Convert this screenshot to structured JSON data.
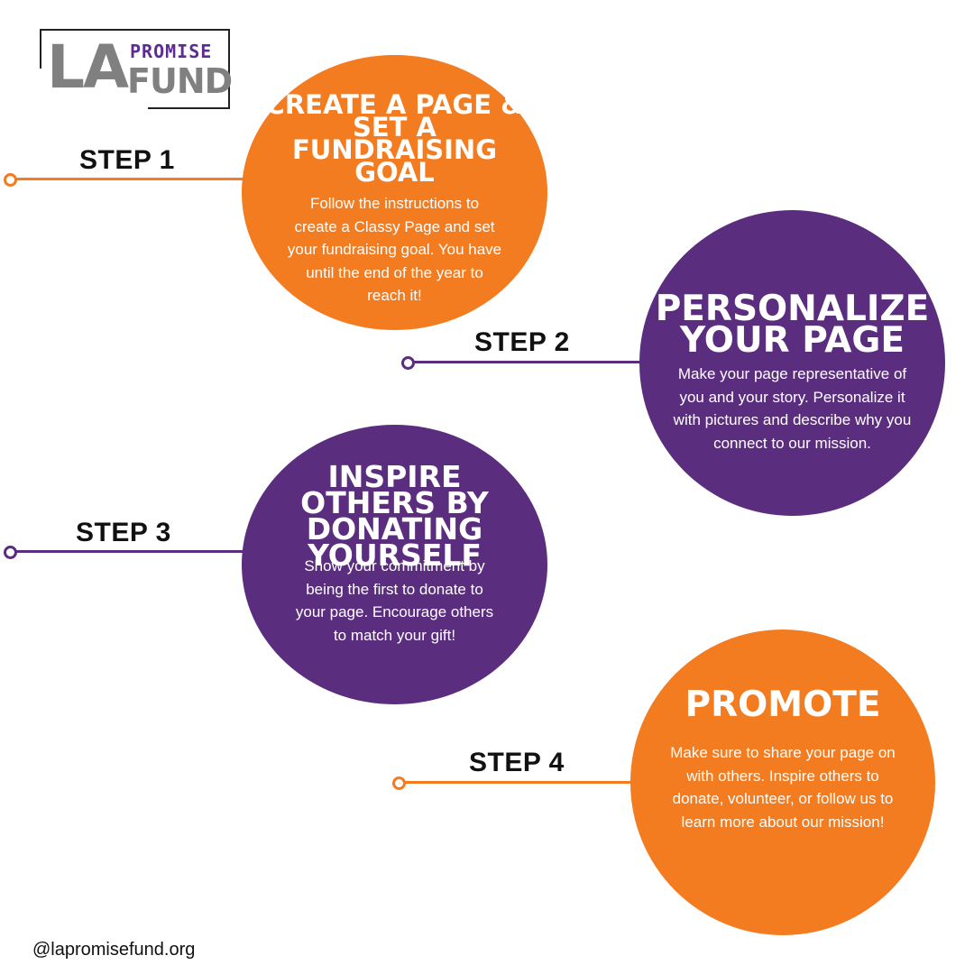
{
  "logo": {
    "la": "LA",
    "promise": "PROMISE",
    "fund": "FUND"
  },
  "colors": {
    "orange": "#f37b20",
    "purple": "#5b2d7e",
    "logo_gray": "#808080",
    "logo_purple": "#5b2d91"
  },
  "steps": [
    {
      "label": "STEP 1",
      "title": "CREATE A PAGE & SET A FUNDRAISING GOAL",
      "body": "Follow the instructions to create a Classy Page and set your fundraising goal. You have until the end of the year to reach it!",
      "color": "orange"
    },
    {
      "label": "STEP 2",
      "title": "PERSONALIZE YOUR PAGE",
      "body": "Make your page representative of you and your story. Personalize it with pictures and describe why you connect to our mission.",
      "color": "purple"
    },
    {
      "label": "STEP 3",
      "title": "INSPIRE OTHERS BY DONATING YOURSELF",
      "body": "Show your commitment by being the first to donate to your page. Encourage others to match your gift!",
      "color": "purple"
    },
    {
      "label": "STEP 4",
      "title": "PROMOTE",
      "body": "Make sure to share your page on with others. Inspire others to donate, volunteer, or follow us to learn more about our mission!",
      "color": "orange"
    }
  ],
  "footer": {
    "handle": "@lapromisefund.org"
  }
}
